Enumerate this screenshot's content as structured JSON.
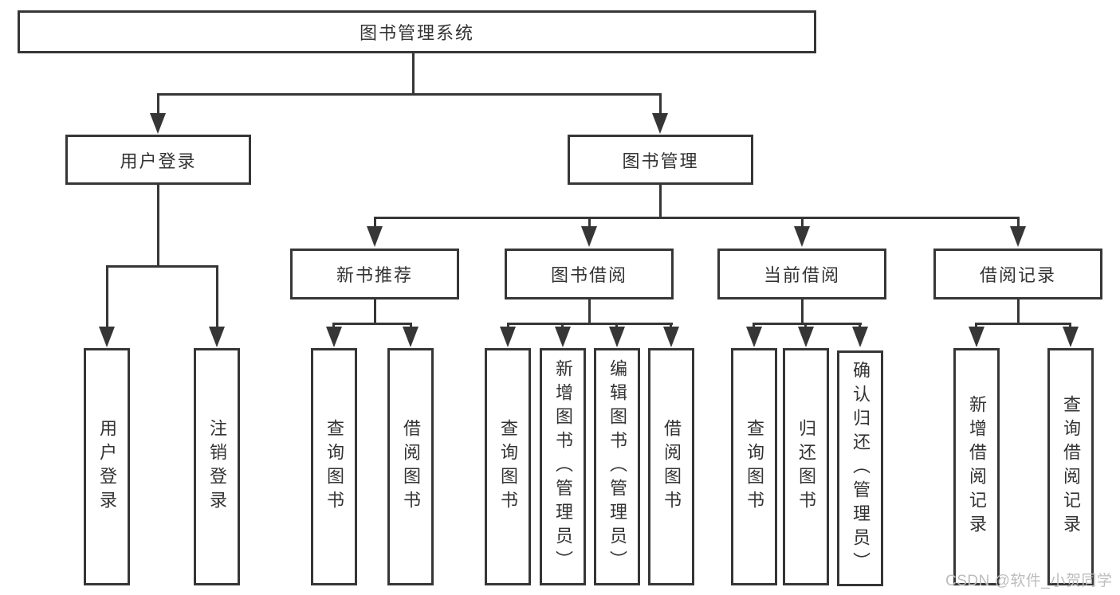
{
  "diagram": {
    "root": {
      "label": "图书管理系统"
    },
    "branches": [
      {
        "label": "用户登录",
        "children": [
          {
            "label": "用户登录"
          },
          {
            "label": "注销登录"
          }
        ]
      },
      {
        "label": "图书管理",
        "children": [
          {
            "label": "新书推荐",
            "children": [
              {
                "label": "查询图书"
              },
              {
                "label": "借阅图书"
              }
            ]
          },
          {
            "label": "图书借阅",
            "children": [
              {
                "label": "查询图书"
              },
              {
                "label": "新增图书（管理员）"
              },
              {
                "label": "编辑图书（管理员）"
              },
              {
                "label": "借阅图书"
              }
            ]
          },
          {
            "label": "当前借阅",
            "children": [
              {
                "label": "查询图书"
              },
              {
                "label": "归还图书"
              },
              {
                "label": "确认归还（管理员）"
              }
            ]
          },
          {
            "label": "借阅记录",
            "children": [
              {
                "label": "新增借阅记录"
              },
              {
                "label": "查询借阅记录"
              }
            ]
          }
        ]
      }
    ]
  },
  "watermark": {
    "text": "CSDN @软件_小贺同学"
  },
  "colors": {
    "line": "#363636",
    "text": "#333333",
    "background": "#ffffff",
    "watermark": "#bdbdbd"
  }
}
